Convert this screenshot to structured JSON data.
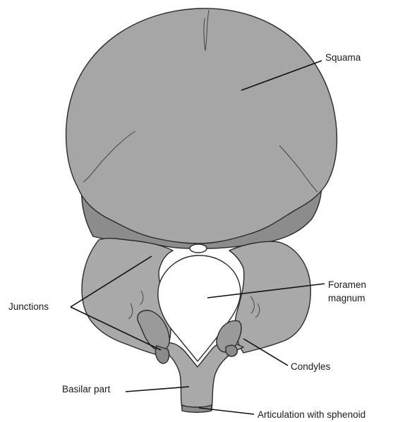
{
  "labels": {
    "squama": "Squama",
    "foramen_line1": "Foramen",
    "foramen_line2": "magnum",
    "junctions": "Junctions",
    "condyles": "Condyles",
    "basilar_part": "Basilar part",
    "articulation": "Articulation with sphenoid"
  },
  "colors": {
    "squama_fill": "#a6a6a6",
    "junction_fill": "#8c8c8c",
    "lateral_fill": "#a9a9a9",
    "outline": "#2a2a2a",
    "text": "#1a1a1a",
    "background": "#ffffff"
  }
}
